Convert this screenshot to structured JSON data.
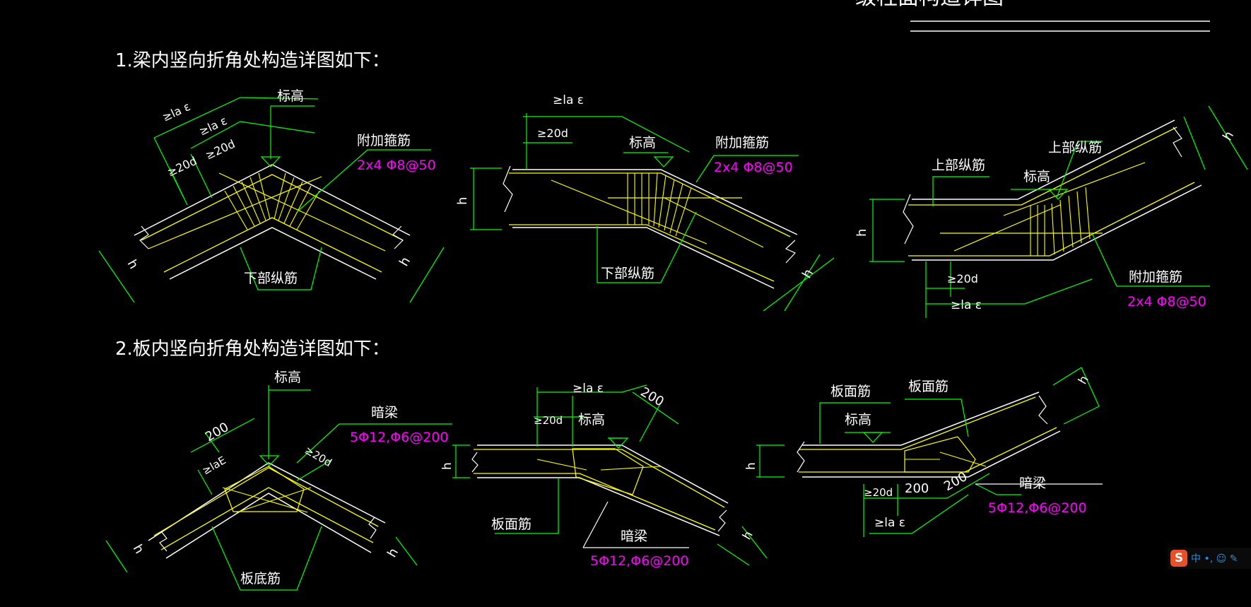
{
  "header_title": "一级柱面构造详图",
  "sections": [
    {
      "label": "1.梁内竖向折角处构造详图如下："
    },
    {
      "label": "2.板内竖向折角处构造详图如下："
    }
  ],
  "labels": {
    "elevation": "标高",
    "added_stirrup": "附加箍筋",
    "stirrup_spec": "2x4 Φ8@50",
    "bottom_bars": "下部纵筋",
    "top_bars": "上部纵筋",
    "anchor_lae": "≥la ε",
    "anchor_le": "≥laE",
    "anchor_20d": "≥20d",
    "height": "h",
    "hidden_beam": "暗梁",
    "hidden_beam_spec": "5Φ12,Φ6@200",
    "slab_top_bars": "板面筋",
    "slab_bottom_bars": "板底筋",
    "dim_200": "200"
  },
  "colors": {
    "background": "#000000",
    "dimension": "#00ff00",
    "outline": "#ffffff",
    "rebar": "#ffff00",
    "spec_text": "#ff00ff",
    "label_text": "#ffffff"
  },
  "ime": {
    "logo": "S",
    "status": "中 •, ☺ ✎"
  }
}
